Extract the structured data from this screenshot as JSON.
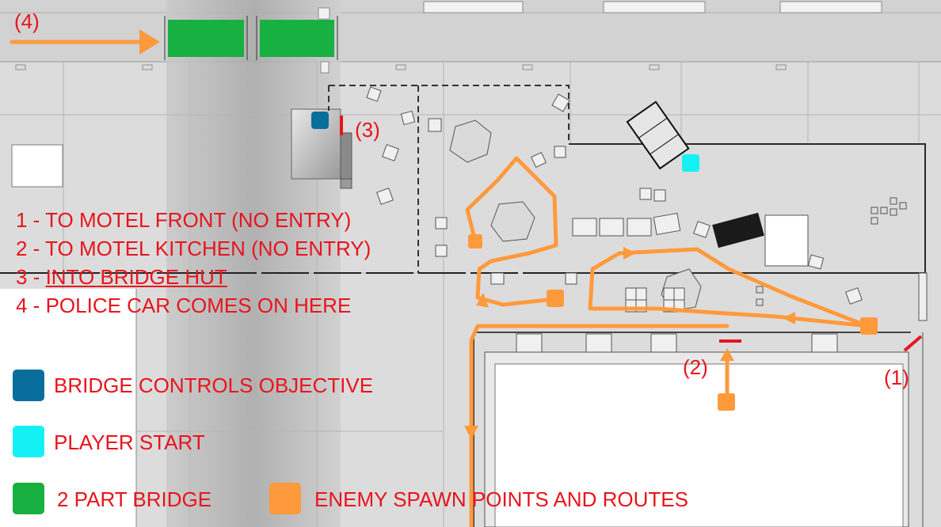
{
  "map_labels": {
    "marker_1": "(1)",
    "marker_2": "(2)",
    "marker_3": "(3)",
    "marker_4": "(4)"
  },
  "notes": [
    "1 - TO MOTEL FRONT (NO ENTRY)",
    "2 - TO MOTEL KITCHEN (NO ENTRY)",
    "3 - INTO BRIDGE HUT",
    "4 - POLICE CAR COMES ON HERE"
  ],
  "legend": [
    {
      "label": "BRIDGE CONTROLS OBJECTIVE",
      "color": "#0a6e9c"
    },
    {
      "label": "PLAYER START",
      "color": "#15f0f5"
    },
    {
      "label": "2 PART BRIDGE",
      "color": "#18b040"
    },
    {
      "label": "ENEMY SPAWN POINTS AND ROUTES",
      "color": "#ff9a3c"
    }
  ],
  "colors": {
    "annotation_text": "#e8141c",
    "route": "#ff9a3c",
    "bridge_controls": "#0a6e9c",
    "player_start": "#15f0f5",
    "bridge": "#18b040"
  }
}
